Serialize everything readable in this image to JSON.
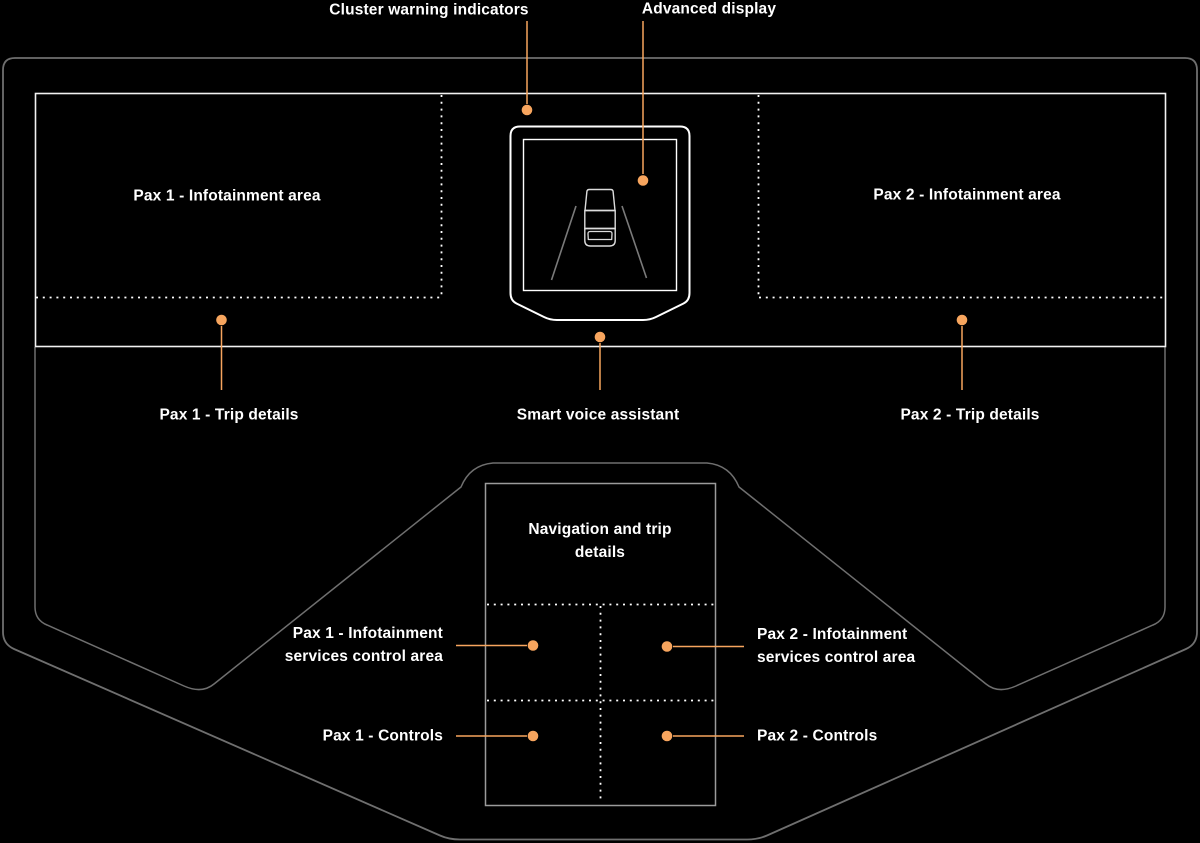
{
  "colors": {
    "background": "#000000",
    "accent_orange": "#F7A55E",
    "dashboard_outline_gray": "#6F6F6F",
    "screen_outline_white": "#F2F2F2",
    "console_outline_gray": "#9B9B9B",
    "label_text": "#FFFFFF"
  },
  "callouts": {
    "cluster_warning": {
      "label": "Cluster warning indicators"
    },
    "advanced_display": {
      "label": "Advanced display"
    },
    "pax1_trip": {
      "label": "Pax 1 - Trip details"
    },
    "smart_voice": {
      "label": "Smart voice assistant"
    },
    "pax2_trip": {
      "label": "Pax 2 - Trip details"
    },
    "pax1_services": {
      "label": "Pax 1 - Infotainment services control area"
    },
    "pax2_services": {
      "label": "Pax 2 - Infotainment services control area"
    },
    "pax1_controls": {
      "label": "Pax 1 - Controls"
    },
    "pax2_controls": {
      "label": "Pax 2 - Controls"
    }
  },
  "zones": {
    "pax1_infotainment": {
      "label": "Pax 1 - Infotainment area"
    },
    "pax2_infotainment": {
      "label": "Pax 2 - Infotainment area"
    },
    "navigation": {
      "label": "Navigation and trip details"
    }
  }
}
